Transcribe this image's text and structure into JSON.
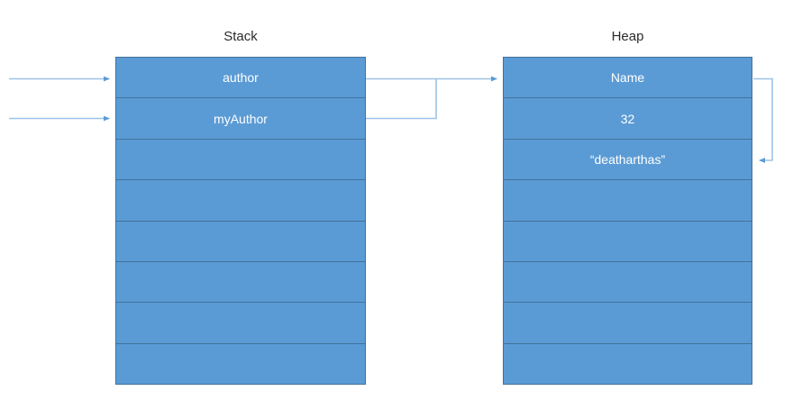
{
  "diagram": {
    "title_stack": "Stack",
    "title_heap": "Heap",
    "colors": {
      "cell_fill": "#5B9BD5",
      "cell_border": "#41719C",
      "connector": "#9DC3E6",
      "arrowhead": "#5B9BD5",
      "cell_text": "#FFFFFF",
      "title_text": "#2B2B2B",
      "background": "#FFFFFF"
    },
    "stack": {
      "label": "Stack",
      "cells": [
        {
          "text": "author"
        },
        {
          "text": "myAuthor"
        },
        {
          "text": ""
        },
        {
          "text": ""
        },
        {
          "text": ""
        },
        {
          "text": ""
        },
        {
          "text": ""
        },
        {
          "text": ""
        }
      ]
    },
    "heap": {
      "label": "Heap",
      "cells": [
        {
          "text": "Name"
        },
        {
          "text": "32"
        },
        {
          "text": "“deatharthas”"
        },
        {
          "text": ""
        },
        {
          "text": ""
        },
        {
          "text": ""
        },
        {
          "text": ""
        },
        {
          "text": ""
        }
      ]
    },
    "connectors": [
      {
        "name": "inbound-arrow-author",
        "from": "left-edge",
        "to": "stack.cells.0"
      },
      {
        "name": "inbound-arrow-myauthor",
        "from": "left-edge",
        "to": "stack.cells.1"
      },
      {
        "name": "stack-author-to-heap-name",
        "from": "stack.cells.0",
        "to": "heap.cells.0"
      },
      {
        "name": "stack-myauthor-to-heap-name",
        "from": "stack.cells.1",
        "to": "heap.cells.0"
      },
      {
        "name": "heap-name-to-heap-string",
        "from": "heap.cells.0",
        "to": "heap.cells.2"
      }
    ]
  }
}
